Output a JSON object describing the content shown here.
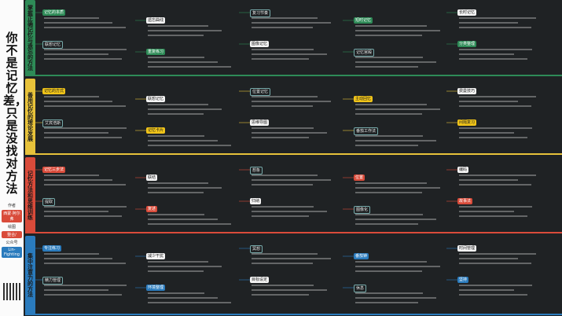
{
  "main_title": "你不是记忆差，只是没找对方法",
  "author": {
    "label": "作者",
    "author_name": "西蒙·阿尔弗",
    "drawer_label": "绘图",
    "drawer_name": "整合/",
    "account_label": "公众号",
    "account_name": "Lin-Fighting"
  },
  "sections": [
    {
      "label": "掌握正确记忆与遗忘的方法",
      "color": "#2e8b57",
      "nodes": [
        "记忆的本质",
        "遗忘曲线",
        "复习节奏",
        "短时记忆",
        "长时记忆",
        "联想记忆",
        "重复练习",
        "图像记忆",
        "记忆宫殿",
        "分类整理"
      ]
    },
    {
      "label": "善用记忆的理论发展",
      "color": "#e7c23a",
      "nodes": [
        "记忆的方式",
        "联想记忆",
        "位置记忆",
        "主动回忆",
        "费曼技巧",
        "艾宾浩斯",
        "记忆卡片",
        "思维导图",
        "番茄工作法",
        "间隔复习"
      ]
    },
    {
      "label": "记忆方法和思维训练",
      "color": "#d94b3a",
      "nodes": [
        "记忆三步法",
        "联结",
        "想象",
        "位置",
        "编码",
        "提取",
        "复述",
        "归纳",
        "图像化",
        "故事法"
      ]
    },
    {
      "label": "集中注意力的方法",
      "color": "#2a7bbd",
      "nodes": [
        "专注练习",
        "减少干扰",
        "冥想",
        "番茄钟",
        "时间管理",
        "精力管理",
        "环境整理",
        "目标设定",
        "休息",
        "坚持"
      ]
    }
  ]
}
